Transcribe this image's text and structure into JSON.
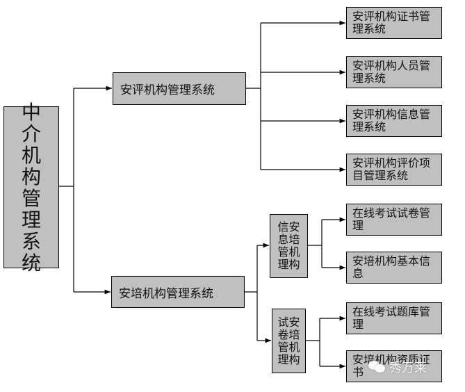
{
  "diagram": {
    "root": "中介机构管理系统",
    "branches": [
      {
        "label": "安评机构管理系统",
        "children": [
          "安评机构证书管理系统",
          "安评机构人员管理系统",
          "安评机构信息管理系统",
          "安评机构评价项目管理系统"
        ]
      },
      {
        "label": "安培机构管理系统",
        "groups": [
          {
            "label": "信安息培管机理构",
            "children": [
              "在线考试试卷管理",
              "安培机构基本信息"
            ]
          },
          {
            "label": "试安卷培管机理构",
            "children": [
              "在线考试题库管理",
              "安培机构资质证书"
            ]
          }
        ]
      }
    ]
  },
  "watermark": {
    "text": "秀万莱",
    "icon": "wechat-icon"
  }
}
